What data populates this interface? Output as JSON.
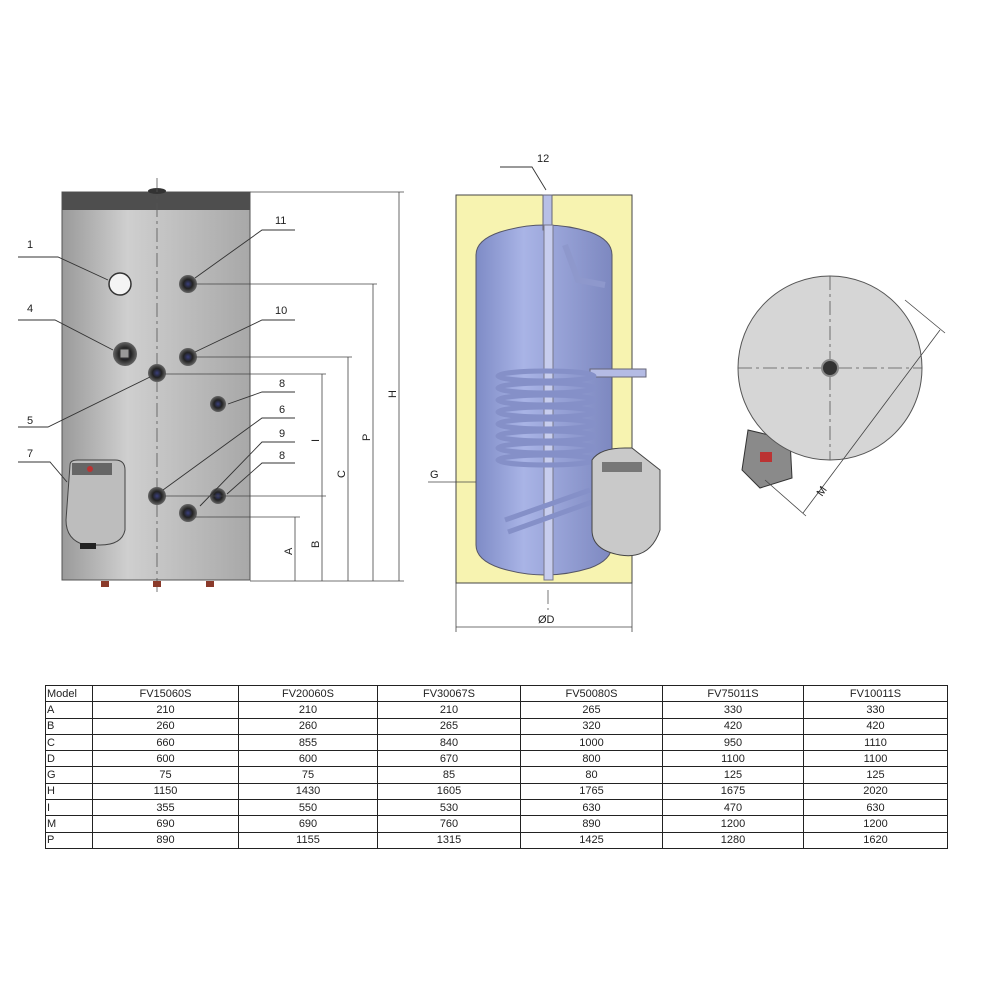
{
  "diagram": {
    "front_labels": {
      "l1": "1",
      "l4": "4",
      "l5": "5",
      "l7": "7",
      "l11": "11",
      "l10": "10",
      "l8a": "8",
      "l6": "6",
      "l9": "9",
      "l8b": "8"
    },
    "front_dims": {
      "A": "A",
      "B": "B",
      "I": "I",
      "C": "C",
      "P": "P",
      "H": "H"
    },
    "section_labels": {
      "l12": "12",
      "G": "G",
      "D": "ØD"
    },
    "top_view_dims": {
      "M": "M"
    },
    "colors": {
      "casing": "#c4c4c4",
      "cap": "#555555",
      "insulation": "#f7f3b0",
      "tank": "#9aa6d8",
      "coil": "#a9b3e2"
    }
  },
  "table": {
    "header": [
      "Model",
      "FV15060S",
      "FV20060S",
      "FV30067S",
      "FV50080S",
      "FV75011S",
      "FV10011S"
    ],
    "rows": [
      [
        "A",
        "210",
        "210",
        "210",
        "265",
        "330",
        "330"
      ],
      [
        "B",
        "260",
        "260",
        "265",
        "320",
        "420",
        "420"
      ],
      [
        "C",
        "660",
        "855",
        "840",
        "1000",
        "950",
        "1110"
      ],
      [
        "D",
        "600",
        "600",
        "670",
        "800",
        "1100",
        "1100"
      ],
      [
        "G",
        "75",
        "75",
        "85",
        "80",
        "125",
        "125"
      ],
      [
        "H",
        "1150",
        "1430",
        "1605",
        "1765",
        "1675",
        "2020"
      ],
      [
        "I",
        "355",
        "550",
        "530",
        "630",
        "470",
        "630"
      ],
      [
        "M",
        "690",
        "690",
        "760",
        "890",
        "1200",
        "1200"
      ],
      [
        "P",
        "890",
        "1155",
        "1315",
        "1425",
        "1280",
        "1620"
      ]
    ]
  }
}
